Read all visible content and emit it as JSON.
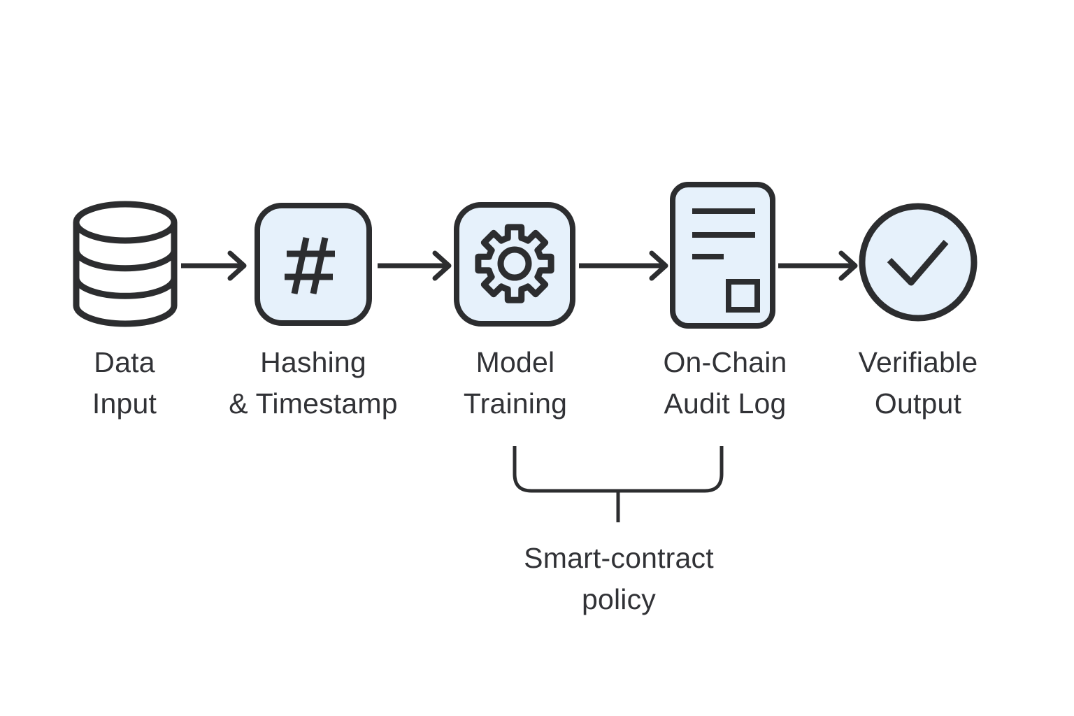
{
  "diagram": {
    "colors": {
      "background": "#ffffff",
      "outline": "#2c2d2f",
      "icon_fill": "#e6f1fb",
      "database_fill": "#ffffff",
      "text": "#313236"
    },
    "stages": [
      {
        "id": "data-input",
        "icon": "database-icon",
        "lines": [
          "Data",
          "Input"
        ]
      },
      {
        "id": "hashing-timestamp",
        "icon": "hash-icon",
        "lines": [
          "Hashing",
          "& Timestamp"
        ]
      },
      {
        "id": "model-training",
        "icon": "gear-icon",
        "lines": [
          "Model",
          "Training"
        ]
      },
      {
        "id": "on-chain-audit-log",
        "icon": "document-icon",
        "lines": [
          "On-Chain",
          "Audit Log"
        ]
      },
      {
        "id": "verifiable-output",
        "icon": "check-circle-icon",
        "lines": [
          "Verifiable",
          "Output"
        ]
      }
    ],
    "connectors": [
      {
        "from": "data-input",
        "to": "hashing-timestamp"
      },
      {
        "from": "hashing-timestamp",
        "to": "model-training"
      },
      {
        "from": "model-training",
        "to": "on-chain-audit-log"
      },
      {
        "from": "on-chain-audit-log",
        "to": "verifiable-output"
      }
    ],
    "annotation": {
      "type": "bracket",
      "spans": [
        "model-training",
        "on-chain-audit-log"
      ],
      "lines": [
        "Smart-contract",
        "policy"
      ]
    }
  }
}
